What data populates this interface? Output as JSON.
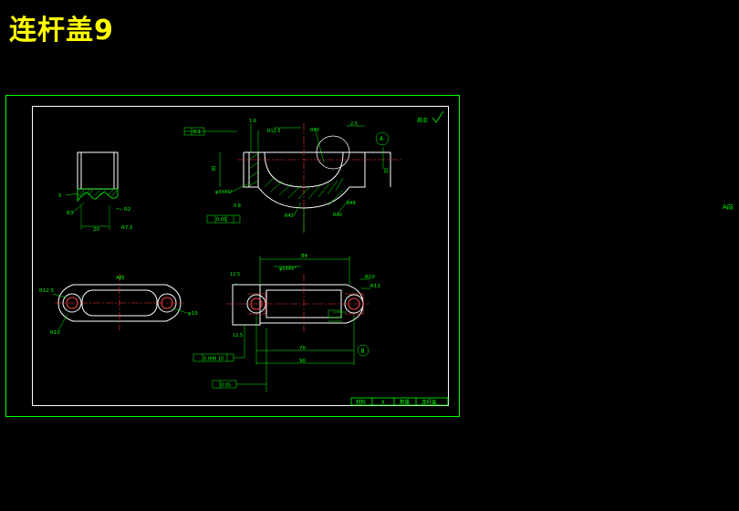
{
  "title": "连杆盖9",
  "side_label": "A向",
  "colors": {
    "background": "#000000",
    "title": "#ffff00",
    "lines": "#00ff00",
    "white_lines": "#ffffff",
    "center_lines": "#ff0000",
    "hole_marks": "#ff4444"
  },
  "drawing": {
    "roughness_note": "其余",
    "view_label_a": "A向",
    "top_left_view": {
      "dim_bottom": "20",
      "r_small": "R3",
      "r_right": "R2",
      "r_right2": "R7.5",
      "left_note": "5"
    },
    "half_view": {
      "tol_box_left": "0.1",
      "tol_box_bottom": "0.05",
      "chamfer": "φ3X45°",
      "chamfer2": "0.8",
      "label_R1": "R40",
      "label_R2": "R43",
      "label_R3": "R48",
      "label_R4": "R40",
      "label_dim_top": "1.6",
      "label_angle": "2.5",
      "label_30": "30",
      "label_32": "32",
      "label_r12": "R12.5",
      "label_circle": "A"
    },
    "bottom_left_view": {
      "r_left": "R12.5",
      "r_bottom": "R10",
      "r_right": "φ13"
    },
    "bottom_right_view": {
      "dim_top": "84",
      "chamfer": "φ5X45°",
      "dim_r10": "R10",
      "dim_r13": "R13",
      "dim_70": "70",
      "dim_90": "90",
      "tol_text": "0.006 10",
      "tol_text2": "0.05",
      "label_circle": "B",
      "label_left": "12.5",
      "label_left2": "12.5"
    },
    "title_block": {
      "cell1": "材料",
      "cell2": "9",
      "cell3": "数量",
      "cell4": "连杆盖"
    }
  }
}
